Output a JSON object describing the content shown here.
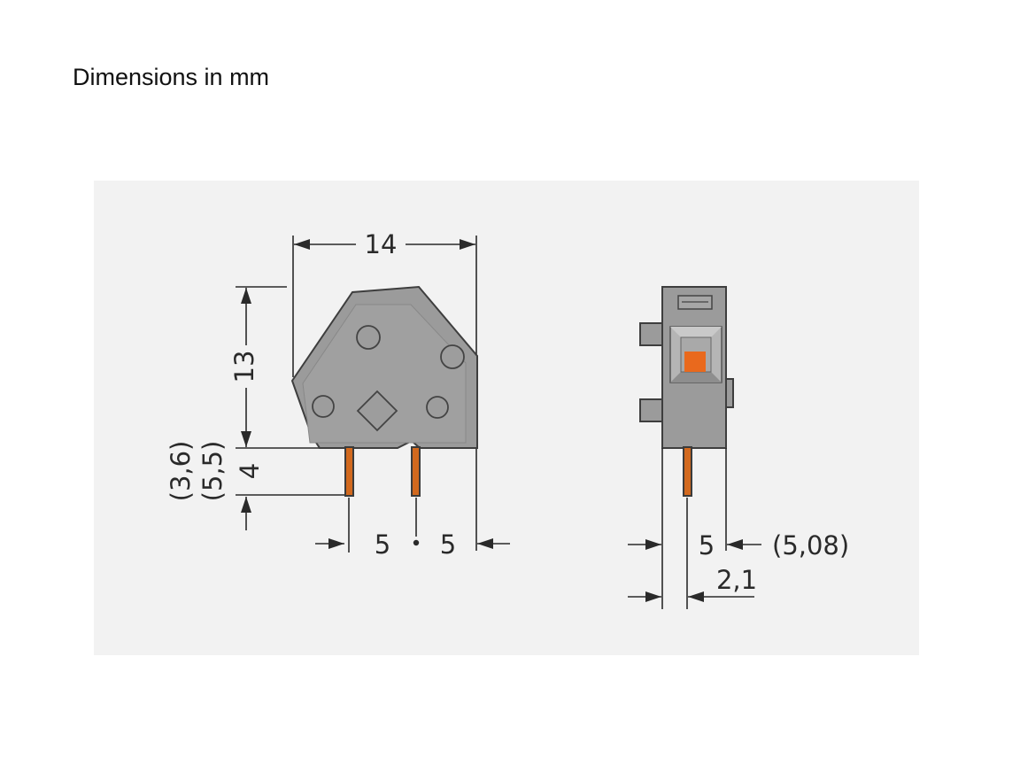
{
  "title": "Dimensions in mm",
  "drawing": {
    "colors": {
      "background": "#ffffff",
      "panel": "#f2f2f2",
      "housing": "#9b9b9b",
      "pin": "#d2691e",
      "release_button": "#e9691d",
      "dimension_lines": "#2a2a2a"
    },
    "front_view": {
      "width": "14",
      "height": "13",
      "pin_length": "4",
      "pin_length_alt1": "(3,6)",
      "pin_length_alt2": "(5,5)",
      "pitch_left": "5",
      "pitch_right": "5"
    },
    "side_view": {
      "width": "5",
      "width_alt": "(5,08)",
      "pin_offset": "2,1"
    }
  }
}
